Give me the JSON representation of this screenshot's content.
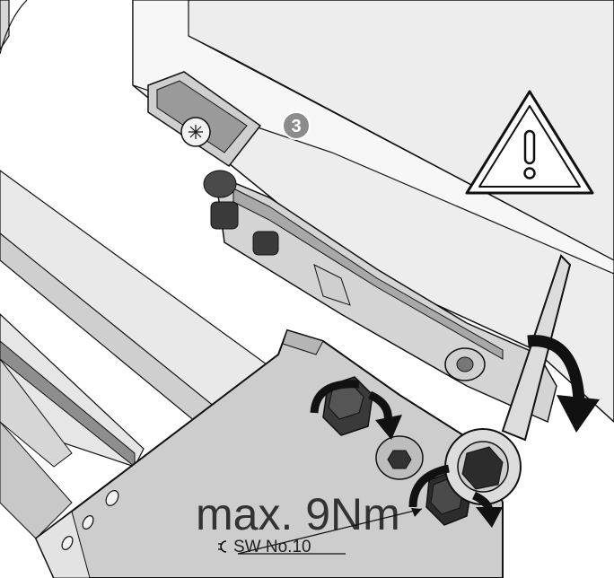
{
  "step": {
    "number": "3"
  },
  "torque": {
    "label": "max. 9Nm"
  },
  "wrench": {
    "size_label": "SW No.10"
  },
  "warning": {
    "icon": "warning-triangle-icon",
    "glyph": "!"
  },
  "colors": {
    "frame_fill": "#e6e6e6",
    "frame_shadow": "#b8b8b8",
    "plate_fill": "#cfcfcf",
    "dark_part": "#3a3a3a",
    "outline": "#111111",
    "step_badge": "#8c8c8c"
  }
}
